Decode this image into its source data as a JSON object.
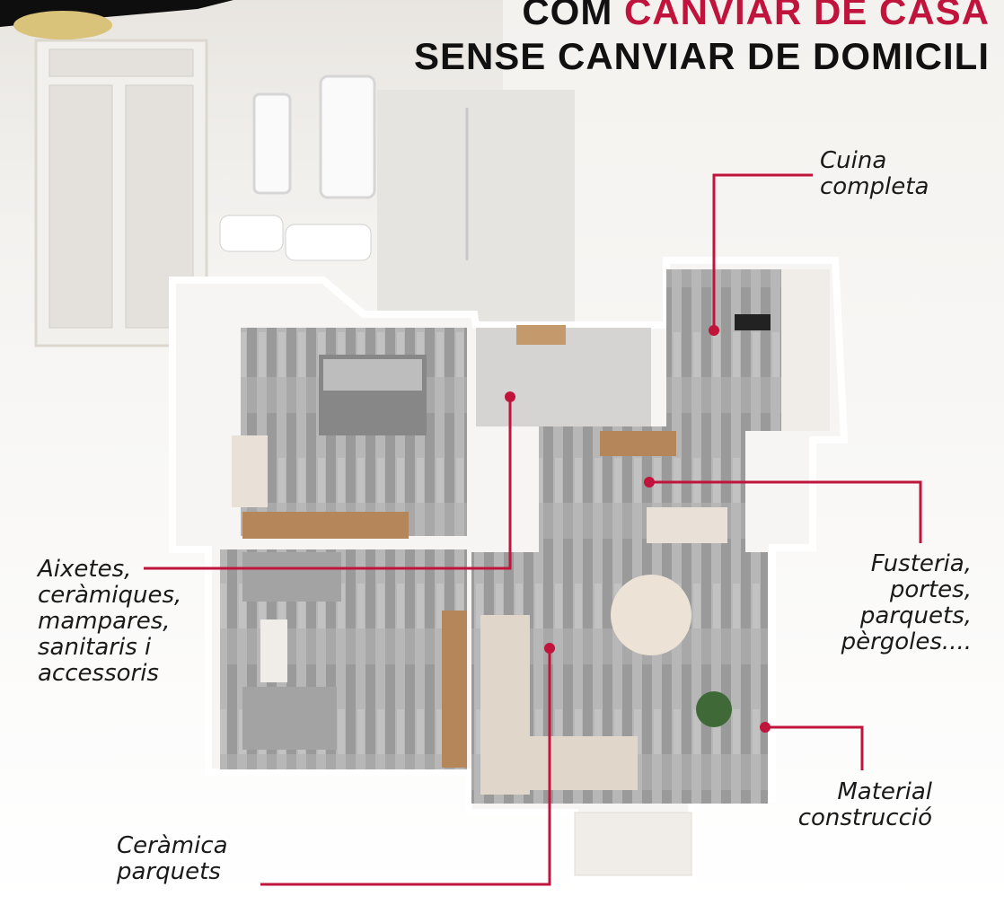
{
  "headline": {
    "line1_prefix": "COM ",
    "line1_accent": "CANVIAR DE CASA",
    "line2": "SENSE CANVIAR DE DOMICILI"
  },
  "labels": {
    "cuina": [
      "Cuina",
      "completa"
    ],
    "aixetes": [
      "Aixetes,",
      "ceràmiques,",
      "mampares,",
      "sanitaris i",
      "accessoris"
    ],
    "fusteria": [
      "Fusteria,",
      "portes,",
      "parquets,",
      "pèrgoles...."
    ],
    "material": [
      "Material",
      "construcció"
    ],
    "ceramica": [
      "Ceràmica",
      "parquets"
    ]
  },
  "colors": {
    "accent": "#c0143c",
    "text": "#111111"
  },
  "icons": [
    "pendant-lamp-icon",
    "pin-dot-icon"
  ]
}
